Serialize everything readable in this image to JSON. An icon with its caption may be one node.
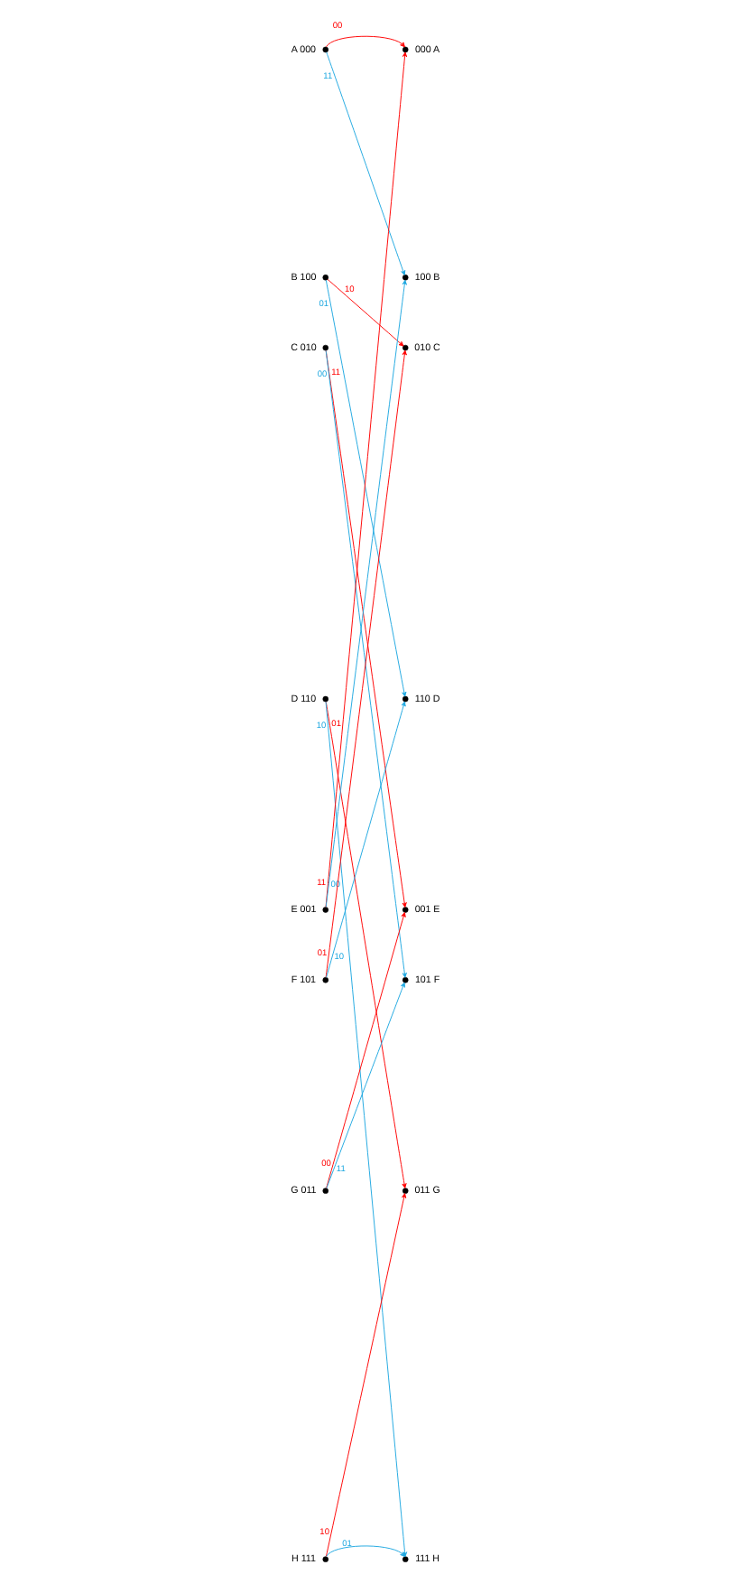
{
  "diagram": {
    "nodes": [
      {
        "text": [],
        "shape": "circle",
        "beside": [
          "A 000"
        ]
      },
      {
        "text": [],
        "shape": "circle",
        "beside": [
          "B 100"
        ]
      },
      {
        "text": [],
        "shape": "circle",
        "beside": [
          "C 010"
        ]
      },
      {
        "text": [],
        "shape": "circle",
        "beside": [
          "D 110"
        ]
      },
      {
        "text": [],
        "shape": "circle",
        "beside": [
          "E 001"
        ]
      },
      {
        "text": [],
        "shape": "circle",
        "beside": [
          "F 101"
        ]
      },
      {
        "text": [],
        "shape": "circle",
        "beside": [
          "G 011"
        ]
      },
      {
        "text": [],
        "shape": "circle",
        "beside": [
          "H 111"
        ]
      },
      {
        "text": [],
        "shape": "circle",
        "beside": [
          "000 A"
        ]
      },
      {
        "text": [],
        "shape": "circle",
        "beside": [
          "100 B"
        ]
      },
      {
        "text": [],
        "shape": "circle",
        "beside": [
          "010 C"
        ]
      },
      {
        "text": [],
        "shape": "circle",
        "beside": [
          "110 D"
        ]
      },
      {
        "text": [],
        "shape": "circle",
        "beside": [
          "001 E"
        ]
      },
      {
        "text": [],
        "shape": "circle",
        "beside": [
          "101 F"
        ]
      },
      {
        "text": [],
        "shape": "circle",
        "beside": [
          "011 G"
        ]
      },
      {
        "text": [],
        "shape": "circle",
        "beside": [
          "111 H"
        ]
      }
    ],
    "edges": [
      {
        "from": 0,
        "to": 8,
        "arrow": "to",
        "label": "00",
        "color": "#ff0000"
      },
      {
        "from": 0,
        "to": 9,
        "arrow": "to",
        "label": "11",
        "color": "#1fa8e0"
      },
      {
        "from": 1,
        "to": 10,
        "arrow": "to",
        "label": "10",
        "color": "#ff0000"
      },
      {
        "from": 1,
        "to": 11,
        "arrow": "to",
        "label": "01",
        "color": "#1fa8e0"
      },
      {
        "from": 2,
        "to": 12,
        "arrow": "to",
        "label": "11",
        "color": "#ff0000"
      },
      {
        "from": 2,
        "to": 13,
        "arrow": "to",
        "label": "00",
        "color": "#1fa8e0"
      },
      {
        "from": 3,
        "to": 14,
        "arrow": "to",
        "label": "01",
        "color": "#ff0000"
      },
      {
        "from": 3,
        "to": 15,
        "arrow": "to",
        "label": "10",
        "color": "#1fa8e0"
      },
      {
        "from": 4,
        "to": 8,
        "arrow": "to",
        "label": "11",
        "color": "#ff0000"
      },
      {
        "from": 4,
        "to": 9,
        "arrow": "to",
        "label": "00",
        "color": "#1fa8e0"
      },
      {
        "from": 5,
        "to": 10,
        "arrow": "to",
        "label": "01",
        "color": "#ff0000"
      },
      {
        "from": 5,
        "to": 11,
        "arrow": "to",
        "label": "10",
        "color": "#1fa8e0"
      },
      {
        "from": 6,
        "to": 12,
        "arrow": "to",
        "label": "00",
        "color": "#ff0000"
      },
      {
        "from": 6,
        "to": 13,
        "arrow": "to",
        "label": "11",
        "color": "#1fa8e0"
      },
      {
        "from": 7,
        "to": 14,
        "arrow": "to",
        "label": "10",
        "color": "#ff0000"
      },
      {
        "from": 7,
        "to": 15,
        "arrow": "to",
        "label": "01",
        "color": "#1fa8e0"
      }
    ]
  }
}
